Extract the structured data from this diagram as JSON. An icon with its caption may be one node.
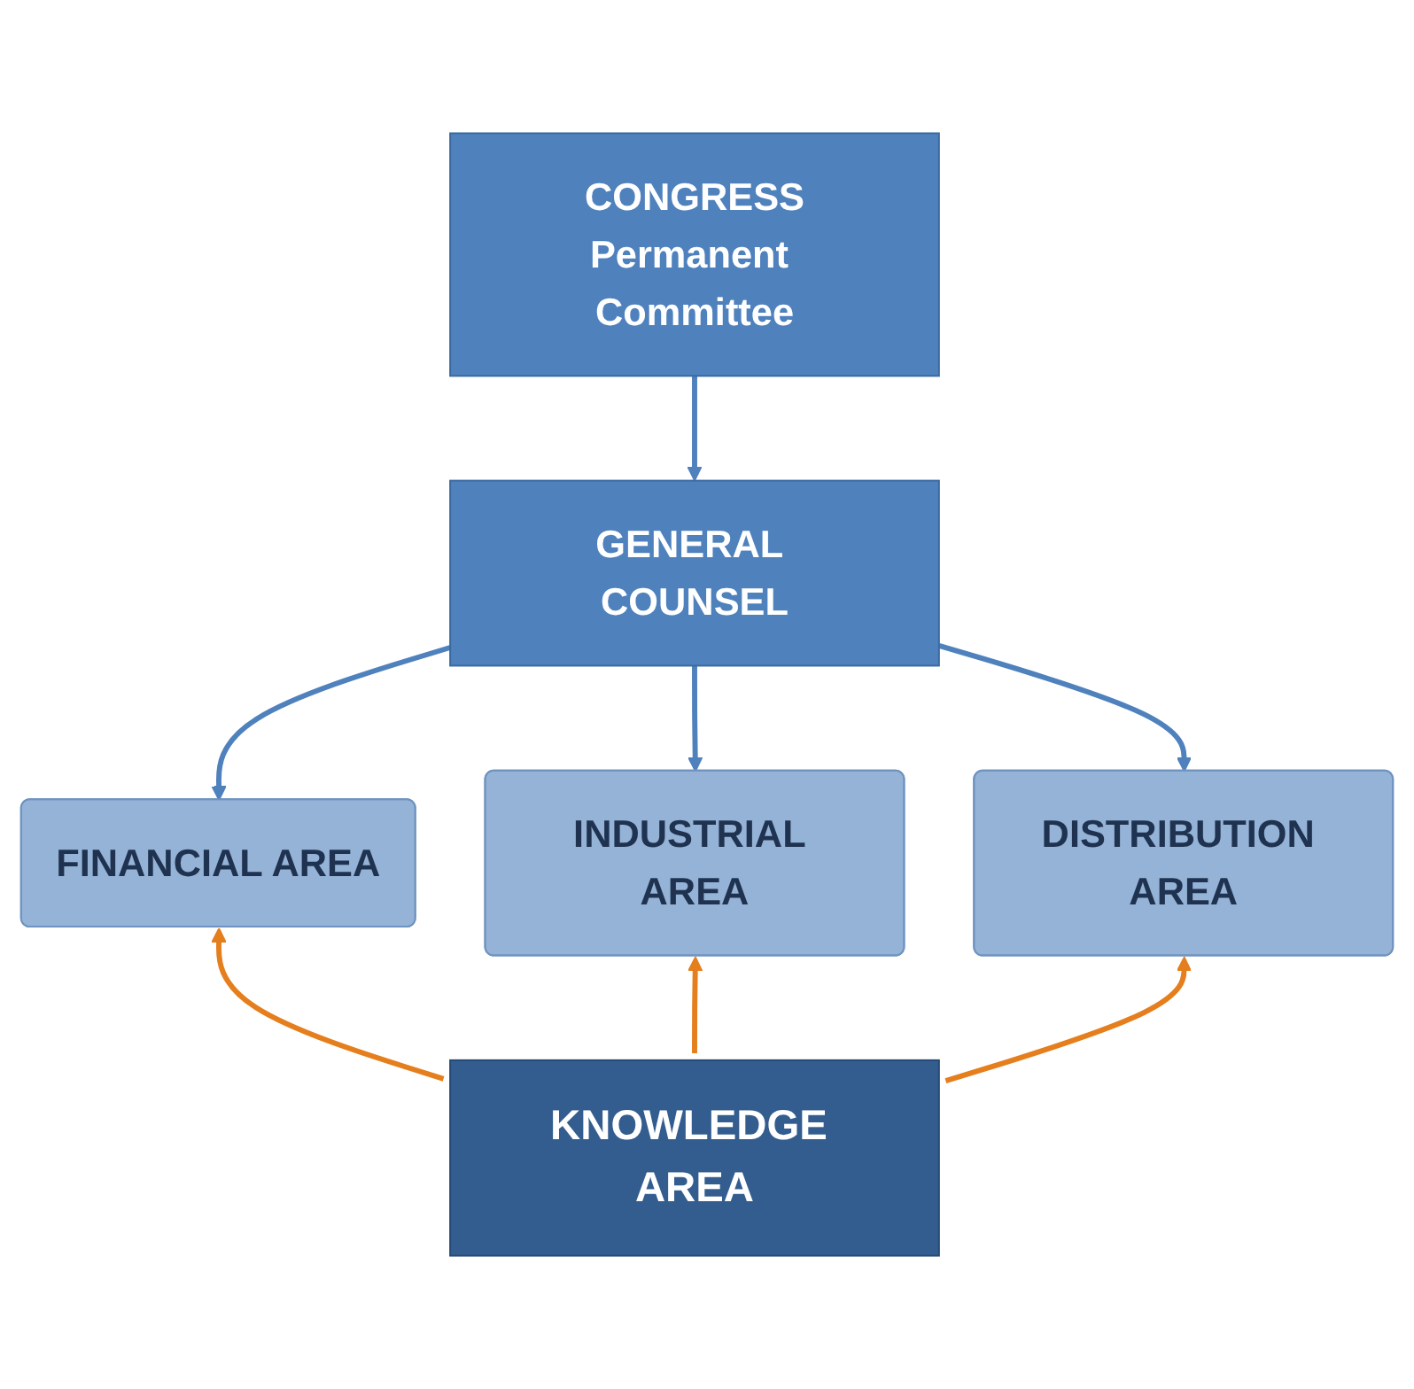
{
  "diagram": {
    "nodes": [
      {
        "text": [
          "CONGRESS",
          "Permanent Committee"
        ]
      },
      {
        "text": [
          "GENERAL COUNSEL"
        ]
      },
      {
        "text": [
          "FINANCIAL AREA"
        ]
      },
      {
        "text": [
          "INDUSTRIAL AREA"
        ]
      },
      {
        "text": [
          "DISTRIBUTION AREA"
        ]
      },
      {
        "text": [
          "KNOWLEDGE AREA"
        ]
      }
    ],
    "edges": [
      {
        "from": 0,
        "to": 1,
        "arrow": "to"
      },
      {
        "from": 1,
        "to": 2,
        "arrow": "to"
      },
      {
        "from": 1,
        "to": 3,
        "arrow": "to"
      },
      {
        "from": 1,
        "to": 4,
        "arrow": "to"
      },
      {
        "from": 5,
        "to": 2,
        "arrow": "to",
        "color": "#e57e1c"
      },
      {
        "from": 5,
        "to": 3,
        "arrow": "to",
        "color": "#e57e1c"
      },
      {
        "from": 5,
        "to": 4,
        "arrow": "to",
        "color": "#e57e1c"
      }
    ]
  }
}
